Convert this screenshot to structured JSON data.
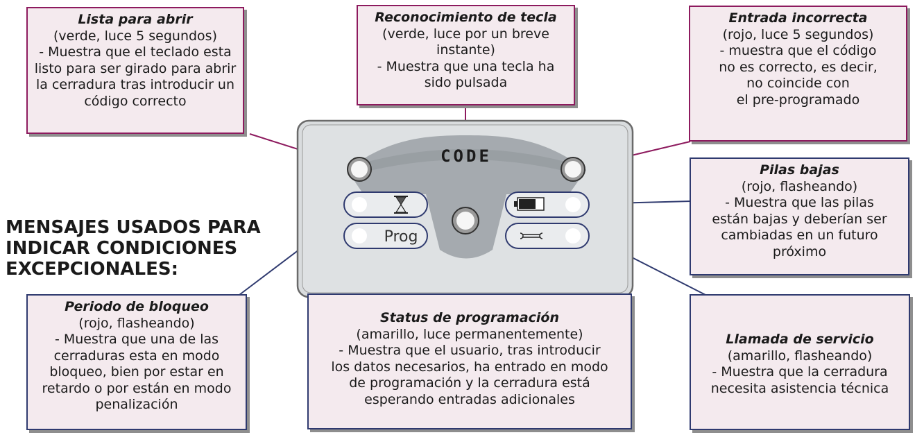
{
  "heading": [
    "MENSAJES USADOS PARA",
    "INDICAR CONDICIONES",
    "EXCEPCIONALES:"
  ],
  "keypad": {
    "label": "CODE",
    "prog_label": "Prog"
  },
  "callouts": {
    "lista_para_abrir": {
      "title": "Lista para abrir",
      "lines": [
        "(verde, luce 5 segundos)",
        "- Muestra que el teclado esta",
        "listo para ser girado para abrir",
        "la cerradura tras introducir un",
        "código correcto"
      ]
    },
    "reconocimiento": {
      "title": "Reconocimiento de tecla",
      "lines": [
        "(verde, luce por un breve",
        "instante)",
        "- Muestra que una tecla ha",
        "sido pulsada"
      ]
    },
    "entrada_incorrecta": {
      "title": "Entrada incorrecta",
      "lines": [
        "(rojo, luce 5 segundos)",
        "- muestra que el código",
        "no es correcto, es decir,",
        "no coincide con",
        "el pre-programado"
      ]
    },
    "pilas_bajas": {
      "title": "Pilas bajas",
      "lines": [
        "(rojo, flasheando)",
        "- Muestra que las pilas",
        "están bajas y deberían ser",
        "cambiadas en un futuro",
        "próximo"
      ]
    },
    "periodo_bloqueo": {
      "title": "Periodo de bloqueo",
      "lines": [
        "(rojo, flasheando)",
        "- Muestra que una de las",
        "cerraduras esta en modo",
        "bloqueo, bien por estar en",
        "retardo o por están en modo",
        "penalización"
      ]
    },
    "status_programacion": {
      "title": "Status de programación",
      "lines": [
        "(amarillo, luce permanentemente)",
        "- Muestra que el usuario, tras introducir",
        "los datos necesarios, ha entrado en modo",
        "de programación y la cerradura está",
        "esperando entradas adicionales"
      ]
    },
    "llamada_servicio": {
      "title": "Llamada de servicio",
      "lines": [
        "(amarillo, flasheando)",
        "- Muestra que la cerradura",
        "necesita asistencia técnica"
      ]
    }
  },
  "colors": {
    "pink_border": "#8d1a5e",
    "blue_border": "#2f3a6f",
    "box_fill": "#f4eaee"
  }
}
